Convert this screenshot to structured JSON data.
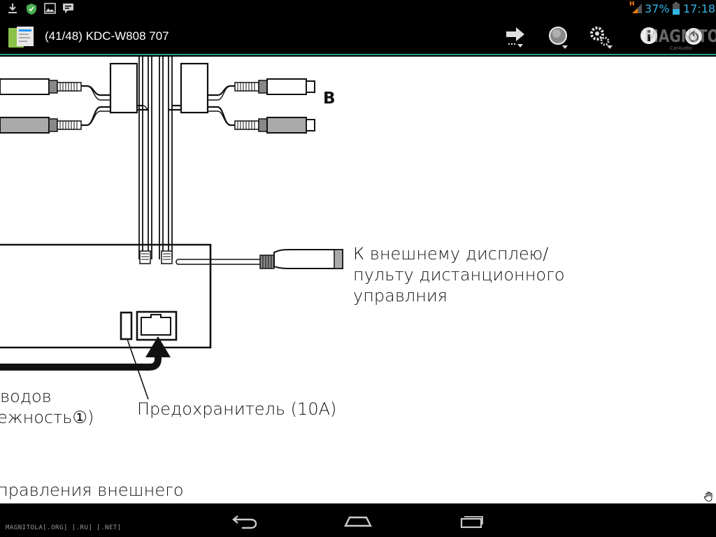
{
  "status_bar": {
    "battery_percent": "37%",
    "time": "17:18",
    "signal_label": "H"
  },
  "action_bar": {
    "title": "(41/48) KDC-W808 707",
    "watermark": "MAGNITOLA",
    "watermark_sub": "CarAudio"
  },
  "document": {
    "label_b": "B",
    "external_display_line1": "К внешнему дисплею/",
    "external_display_line2": "пульту дистанционного",
    "external_display_line3": "управлния",
    "fuse_label": "Предохранитель (10A)",
    "left_line1": "водов",
    "left_line2": "ежность①)",
    "bottom_line": "правления внешнего"
  },
  "nav_bar": {
    "footer_watermark": "MAGNITOLA[.ORG] [.RU] [.NET]"
  },
  "colors": {
    "accent": "#33b5e5",
    "divider": "#2a9d8f"
  }
}
